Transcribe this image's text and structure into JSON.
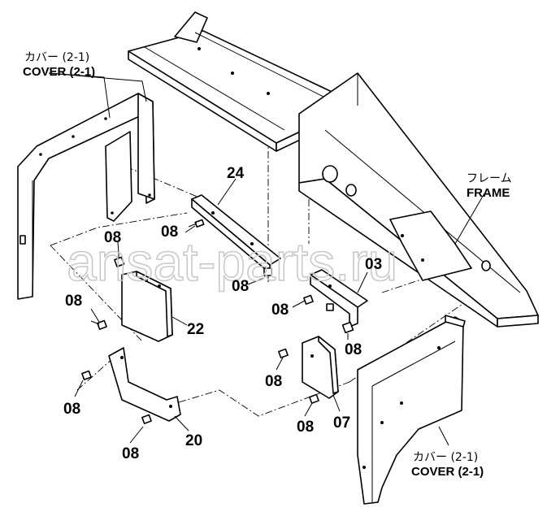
{
  "callouts": {
    "cover_left_jp": "カバー (2-1)",
    "cover_left_en": "COVER (2-1)",
    "cover_right_jp": "カバー (2-1)",
    "cover_right_en": "COVER (2-1)",
    "frame_jp": "フレーム",
    "frame_en": "FRAME",
    "part_24": "24",
    "part_03": "03",
    "part_22": "22",
    "part_20": "20",
    "part_07": "07",
    "bolt_08": "08"
  },
  "watermark": "ansat-parts.ru"
}
